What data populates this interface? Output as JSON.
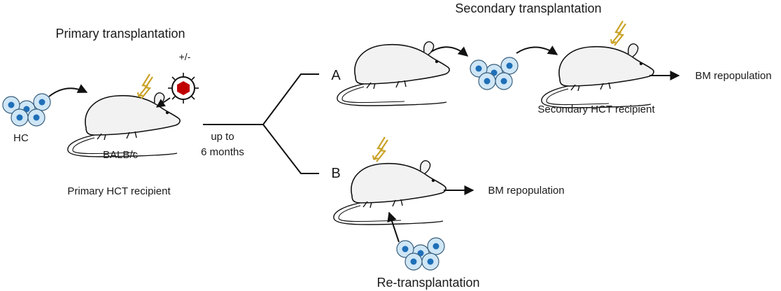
{
  "labels": {
    "primary_title": "Primary transplantation",
    "secondary_title": "Secondary transplantation",
    "hc": "HC",
    "strain": "BALB/c",
    "primary_recipient": "Primary HCT recipient",
    "plus_minus": "+/-",
    "timeline_line1": "up to",
    "timeline_line2": "6 months",
    "branch_a": "A",
    "branch_b": "B",
    "secondary_recipient": "Secondary HCT recipient",
    "outcome_a": "BM repopulation",
    "outcome_b": "BM repopulation",
    "retransplantation": "Re-transplantation"
  },
  "colors": {
    "cell_fill": "#cfe6f6",
    "cell_nucleus": "#1f6fb8",
    "lightning": "#c9a227",
    "virus_core": "#c00000",
    "mouse_fill": "#f2f2f2",
    "stroke": "#111111"
  }
}
